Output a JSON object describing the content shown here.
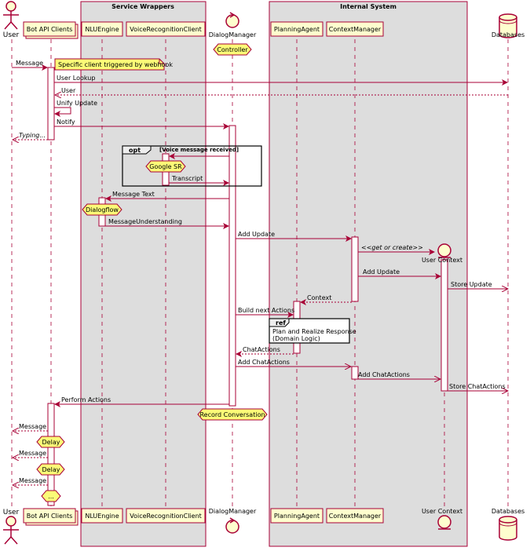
{
  "boxes": {
    "service_wrappers": "Service Wrappers",
    "internal_system": "Internal System"
  },
  "participants": {
    "user": "User",
    "bot_api_clients": "Bot API Clients",
    "nlu_engine": "NLUEngine",
    "voice_recognition_client": "VoiceRecognitionClient",
    "dialog_manager": "DialogManager",
    "planning_agent": "PlanningAgent",
    "context_manager": "ContextManager",
    "user_context": "User Context",
    "databases": "Databases"
  },
  "notes": {
    "webhook": "Specific client triggered by webhook"
  },
  "hexagons": {
    "controller": "Controller",
    "google_sr": "Google SR",
    "dialogflow": "Dialogflow",
    "record_conversation": "Record Conversation",
    "delay1": "Delay",
    "delay2": "Delay",
    "ellipsis": "..."
  },
  "messages": {
    "m1": "Message",
    "m2": "User Lookup",
    "m3": "User",
    "m4": "Unify Update",
    "m5": "Notify",
    "m6": "Typing...",
    "m7": "Transcript",
    "m8": "Message Text",
    "m9": "MessageUnderstanding",
    "m10": "Add Update",
    "m11": "<<get or create>>",
    "m12": "Add Update",
    "m13": "Store Update",
    "m14": "Context",
    "m15": "Build next Actions",
    "m16": "ChatActions",
    "m17": "Add ChatActions",
    "m18": "Add ChatActions",
    "m19": "Store ChatActions",
    "m20": "Perform Actions",
    "m21": "Message",
    "m22": "Message",
    "m23": "Message"
  },
  "fragments": {
    "opt_label": "opt",
    "opt_guard": "[Voice message received]",
    "ref_label": "ref",
    "ref_line1": "Plan and Realize Response",
    "ref_line2": "(Domain Logic)"
  },
  "colors": {
    "line": "#A80036",
    "participant_fill": "#FEFECE",
    "box_fill": "#DDDDDD",
    "note_fill": "#FBFB77"
  }
}
